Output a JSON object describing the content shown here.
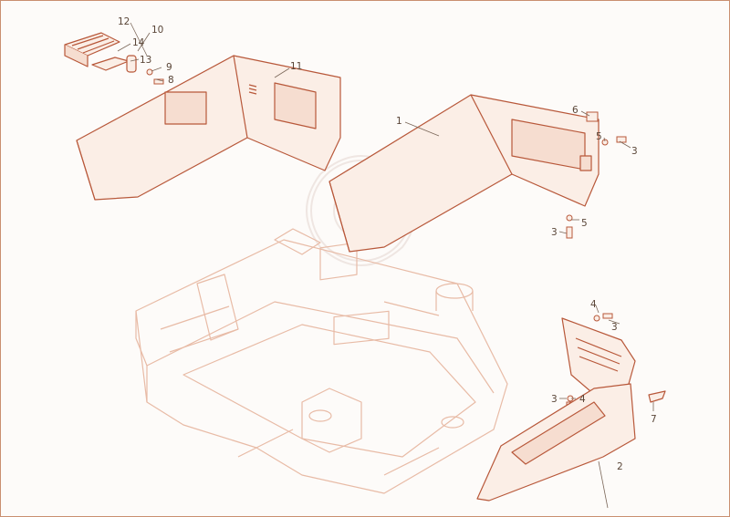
{
  "diagram": {
    "type": "exploded parts diagram",
    "colors": {
      "part_stroke": "#b8583a",
      "part_fill": "#fbeee6",
      "frame_stroke": "#e8bba6",
      "watermark": "#efe6e2",
      "label_text": "#5a4638",
      "leader_line": "#7a6658",
      "border": "#c98f70"
    },
    "callouts": [
      {
        "id": "c1",
        "label": "1"
      },
      {
        "id": "c2",
        "label": "2"
      },
      {
        "id": "c3a",
        "label": "3"
      },
      {
        "id": "c3b",
        "label": "3"
      },
      {
        "id": "c3c",
        "label": "3"
      },
      {
        "id": "c3d",
        "label": "3"
      },
      {
        "id": "c4a",
        "label": "4"
      },
      {
        "id": "c4b",
        "label": "4"
      },
      {
        "id": "c5a",
        "label": "5"
      },
      {
        "id": "c5b",
        "label": "5"
      },
      {
        "id": "c6",
        "label": "6"
      },
      {
        "id": "c7",
        "label": "7"
      },
      {
        "id": "c8",
        "label": "8"
      },
      {
        "id": "c9",
        "label": "9"
      },
      {
        "id": "c10",
        "label": "10"
      },
      {
        "id": "c11",
        "label": "11"
      },
      {
        "id": "c12",
        "label": "12"
      },
      {
        "id": "c13",
        "label": "13"
      },
      {
        "id": "c14",
        "label": "14"
      }
    ]
  }
}
